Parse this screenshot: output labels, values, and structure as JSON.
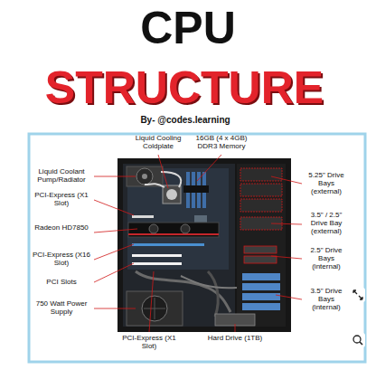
{
  "diagram": {
    "title": "CPU",
    "labels": [
      "STRUCTURE",
      "By- @codes.learning",
      "Liquid Cooling Coldplate",
      "16GB (4 x 4GB) DDR3 Memory",
      "Liquid Coolant Pump/Radiator",
      "PCI-Express (X1 Slot)",
      "Radeon HD7850",
      "PCI-Express (X16 Slot)",
      "PCI Slots",
      "750 Watt Power Supply",
      "5.25\" Drive Bays (external)",
      "3.5\" / 2.5\" Drive Bay (external)",
      "2.5\" Drive Bays (internal)",
      "3.5\" Drive Bays (internal)",
      "PCI-Express (X1 Slot)",
      "Hard Drive (1TB)"
    ]
  }
}
